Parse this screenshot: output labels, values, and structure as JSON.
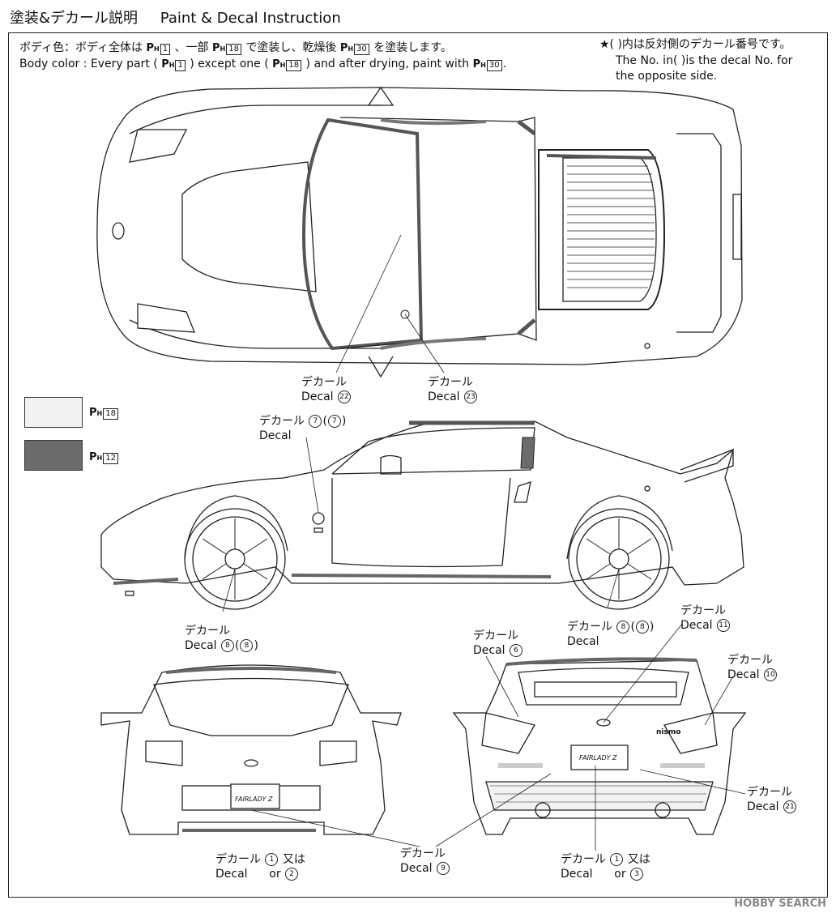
{
  "header": {
    "title_jp": "塗装&デカール説明",
    "title_en": "Paint & Decal Instruction"
  },
  "body_color": {
    "jp": "ボディ色：ボディ全体は ",
    "jp2": " 、一部 ",
    "jp3": " で塗装し、乾燥後 ",
    "jp4": " を塗装します。",
    "en1": "Body color : Every part ( ",
    "en2": " ) except one ( ",
    "en3": " ) and after drying, paint with ",
    "en4": "."
  },
  "paint_codes": {
    "p1": "1",
    "p18": "18",
    "p30": "30",
    "p12": "12",
    "ph": "P",
    "h": "H"
  },
  "note": {
    "jp": "★(   )内は反対側のデカール番号です。",
    "en1": "The No. in(   )is the decal No. for",
    "en2": "the opposite side."
  },
  "decal_word_jp": "デカール",
  "decal_word_en": "Decal",
  "or_jp": "又は",
  "or_en": "or",
  "decals": {
    "d22": "22",
    "d23": "23",
    "d7": "7",
    "d7b": "7",
    "d8": "8",
    "d8b": "8",
    "d8r": "8",
    "d8rb": "8",
    "d11": "11",
    "d6": "6",
    "d10": "10",
    "d21": "21",
    "d9": "9",
    "d1a": "1",
    "d2": "2",
    "d1b": "1",
    "d3": "3"
  },
  "swatches": [
    {
      "color": "#f2f2f2",
      "code": "18"
    },
    {
      "color": "#6b6b6b",
      "code": "12"
    }
  ],
  "car_badges": {
    "fairlady": "FAIRLADY Z",
    "nismo": "nismo"
  },
  "watermark": "HOBBY SEARCH"
}
